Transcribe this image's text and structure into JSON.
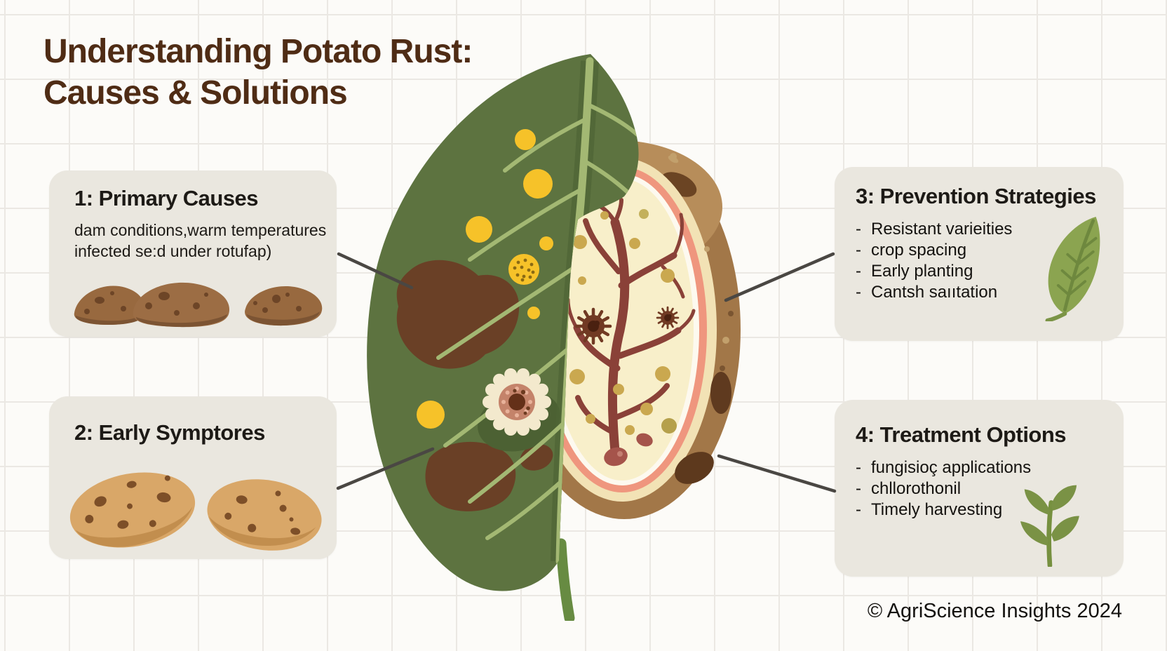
{
  "bullet_marker": "-",
  "title": {
    "line1": "Understanding Potato Rust:",
    "line2": "Causes & Solutions"
  },
  "cards": {
    "primary_causes": {
      "heading": "1: Primary Causes",
      "body": [
        "dam conditions,warm temperatures",
        "infected se:d under rotufap)"
      ]
    },
    "early_symptoms": {
      "heading": "2: Early Symptores"
    },
    "prevention": {
      "heading": "3: Prevention Strategies",
      "bullets": [
        "Resistant varieities",
        "crop spacing",
        "Early planting",
        "Cantsh saııtation"
      ]
    },
    "treatment": {
      "heading": "4: Treatment Options",
      "bullets": [
        "fungisioç applications",
        "chllorothonil",
        "Timely harvesting"
      ]
    }
  },
  "footer": {
    "copyright": "© AgriScience Insights 2024"
  },
  "icons": {
    "center": "diseased-leaf-and-potato-cross-section",
    "card1": "rotting-tubers",
    "card2": "spotted-potatoes",
    "card3": "leaf",
    "card4": "seedling-sprout"
  },
  "colors": {
    "background": "#fcfbf8",
    "grid_line": "#ebe8e3",
    "card_background": "#eae7df",
    "title_brown": "#4f2c15",
    "text_black": "#1d1a16",
    "leaf_green": "#5d7340",
    "vein_green": "#a3b873",
    "rust_yellow": "#f6c229",
    "lesion_brown": "#6a4026",
    "potato_skin": "#a27748",
    "flesh_cream": "#f8efca",
    "ring_salmon": "#ef967e",
    "vascular_maroon": "#8a4138",
    "connector_gray": "#4a4743"
  }
}
